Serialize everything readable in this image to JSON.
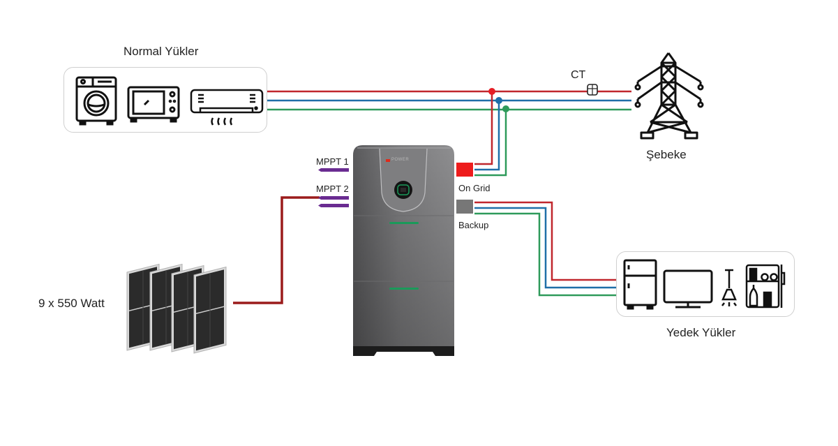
{
  "diagram": {
    "normal_loads": {
      "title": "Normal Yükler",
      "devices": [
        "washing-machine",
        "microwave",
        "air-conditioner"
      ]
    },
    "backup_loads": {
      "title": "Yedek Yükler",
      "devices": [
        "refrigerator",
        "television",
        "pendant-lamp",
        "cabinet"
      ]
    },
    "grid": {
      "title": "Şebeke",
      "ct_label": "CT"
    },
    "inverter": {
      "brand": "POWER",
      "ports": {
        "mppt1": "MPPT 1",
        "mppt2": "MPPT 2",
        "on_grid": "On Grid",
        "backup": "Backup"
      }
    },
    "solar": {
      "label": "9 x 550 Watt",
      "panel_count_drawn": 4
    },
    "colors": {
      "phase_red": "#c0272d",
      "phase_blue": "#1f6fa8",
      "phase_green": "#2e9a5a",
      "pv_dark_red": "#9b1b1b",
      "mppt_purple": "#6a2c91",
      "on_grid_port": "#ee1c1c",
      "backup_port": "#777777",
      "indicator_green": "#1a9a5a"
    }
  }
}
